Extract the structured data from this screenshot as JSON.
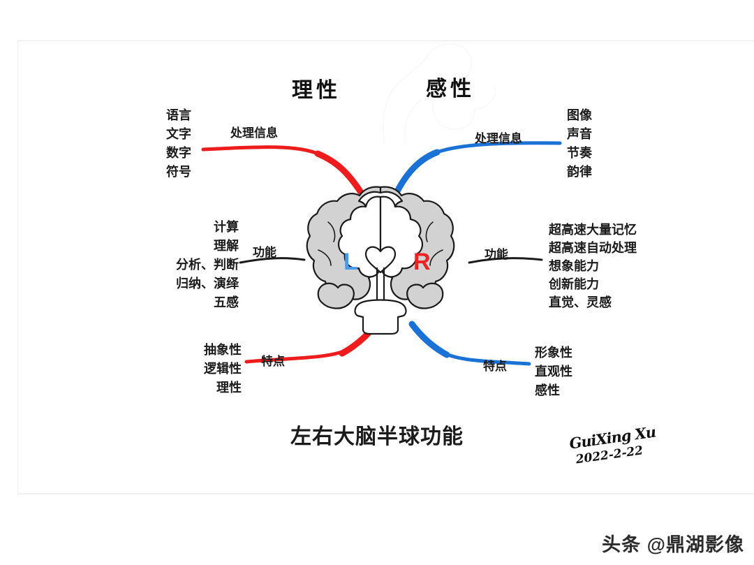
{
  "slide": {
    "title": "左右大脑半球功能",
    "headings": {
      "left": "理性",
      "right": "感性"
    },
    "hemispheres": {
      "left_letter": "L",
      "right_letter": "R",
      "left_letter_color": "#4a9ae8",
      "right_letter_color": "#ee2222"
    },
    "branches": {
      "processing_left_label": "处理信息",
      "processing_right_label": "处理信息",
      "function_left_label": "功能",
      "function_right_label": "功能",
      "trait_left_label": "特点",
      "trait_right_label": "特点"
    },
    "left_hemisphere": {
      "processing_items": [
        "语言",
        "文字",
        "数字",
        "符号"
      ],
      "function_items": [
        "计算",
        "理解",
        "分析、判断",
        "归纳、演绎",
        "五感"
      ],
      "trait_items": [
        "抽象性",
        "逻辑性",
        "理性"
      ]
    },
    "right_hemisphere": {
      "processing_items": [
        "图像",
        "声音",
        "节奏",
        "韵律"
      ],
      "function_items": [
        "超高速大量记忆",
        "超高速自动处理",
        "想象能力",
        "创新能力",
        "直觉、灵感"
      ],
      "trait_items": [
        "形象性",
        "直观性",
        "感性"
      ]
    },
    "signature": {
      "name": "GuiXing Xu",
      "date": "2022-2-22"
    },
    "watermark": "头条 @鼎湖影像",
    "colors": {
      "red_curve": "#ee1c1c",
      "blue_curve": "#1a72d6",
      "connector_black": "#1b1b1b",
      "brain_outline": "#1a1a1a",
      "brain_fill": "#d2d2d2"
    }
  }
}
